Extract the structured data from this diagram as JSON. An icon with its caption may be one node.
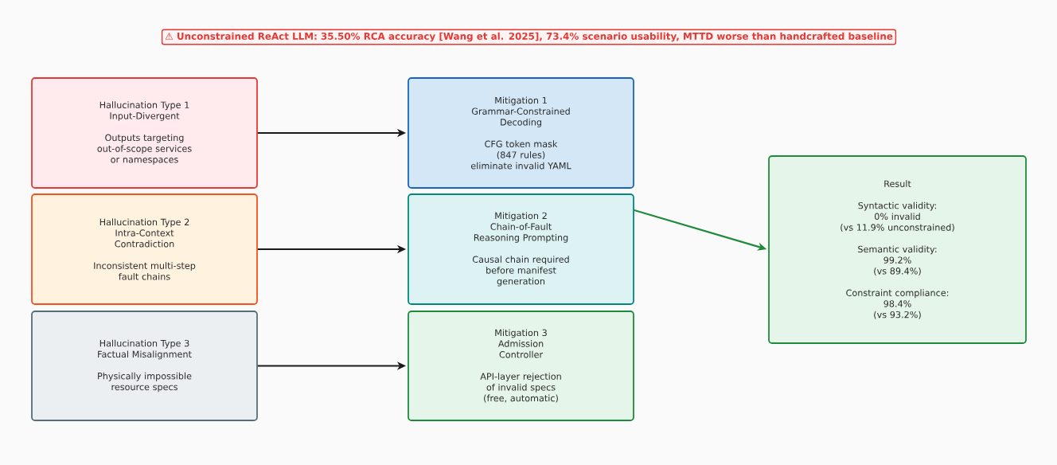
{
  "diagram": {
    "nodes": [
      {
        "text": [
          "⚠ Unconstrained ReAct LLM: 35.50% RCA accuracy [Wang et al. 2025], 73.4% scenario usability, MTTD worse than handcrafted baseline"
        ]
      },
      {
        "text": [
          "Hallucination Type 1 Input-Divergent",
          "Outputs targeting out-of-scope services or namespaces"
        ]
      },
      {
        "text": [
          "Hallucination Type 2 Intra-Context Contradiction",
          "Inconsistent multi-step fault chains"
        ]
      },
      {
        "text": [
          "Hallucination Type 3 Factual Misalignment",
          "Physically impossible resource specs"
        ]
      },
      {
        "text": [
          "Mitigation 1 Grammar-Constrained Decoding",
          "CFG token mask (847 rules) eliminate invalid YAML"
        ]
      },
      {
        "text": [
          "Mitigation 2 Chain-of-Fault Reasoning Prompting",
          "Causal chain required before manifest generation"
        ]
      },
      {
        "text": [
          "Mitigation 3 Admission Controller",
          "API-layer rejection of invalid specs (free, automatic)"
        ]
      },
      {
        "text": [
          "Result",
          "Syntactic validity: 0% invalid (vs 11.9% unconstrained)",
          "Semantic validity: 99.2% (vs 89.4%)",
          "Constraint compliance: 98.4% (vs 93.2%)"
        ]
      }
    ],
    "edges": [
      {
        "from": 1,
        "to": 4,
        "arrow": "to"
      },
      {
        "from": 2,
        "to": 5,
        "arrow": "to"
      },
      {
        "from": 3,
        "to": 6,
        "arrow": "to"
      },
      {
        "from": 5,
        "to": 7,
        "arrow": "to",
        "color": "#1e8b3c"
      }
    ]
  }
}
